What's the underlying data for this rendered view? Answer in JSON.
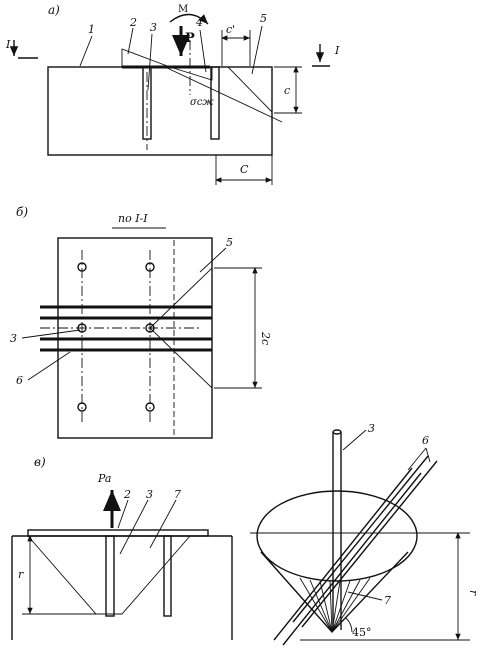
{
  "panels": {
    "a": {
      "label": "а)"
    },
    "b": {
      "label": "б)",
      "section_caption": "по I-I"
    },
    "c": {
      "label": "в)"
    }
  },
  "section_marks": {
    "left": "I",
    "right": "I"
  },
  "loads": {
    "moment": "M",
    "force": "P",
    "anchor_force": "Pa"
  },
  "dims": {
    "c_prime": "c'",
    "c_vertical": "c",
    "c_bottom": "C",
    "two_c": "2c",
    "r_left": "r",
    "r_right": "r",
    "angle": "45°",
    "sigma": "σсж"
  },
  "callouts_a": [
    "1",
    "2",
    "3",
    "4",
    "5"
  ],
  "callouts_b": [
    "5",
    "3",
    "6"
  ],
  "callouts_c_left": [
    "2",
    "3",
    "7"
  ],
  "callouts_c_right": [
    "3",
    "6",
    "7"
  ]
}
